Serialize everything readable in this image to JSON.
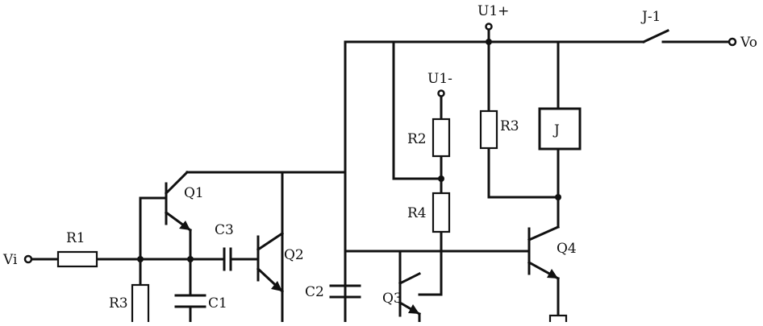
{
  "labels": {
    "u1_plus": "U1+",
    "u1_minus": "U1-",
    "j1": "J-1",
    "vo": "Vo",
    "vi": "Vi",
    "r1": "R1",
    "r2": "R2",
    "r3_mid": "R3",
    "r3_left": "R3",
    "r4": "R4",
    "relay": "J",
    "q1": "Q1",
    "q2": "Q2",
    "q3": "Q3",
    "q4": "Q4",
    "c1": "C1",
    "c2": "C2",
    "c3": "C3"
  }
}
